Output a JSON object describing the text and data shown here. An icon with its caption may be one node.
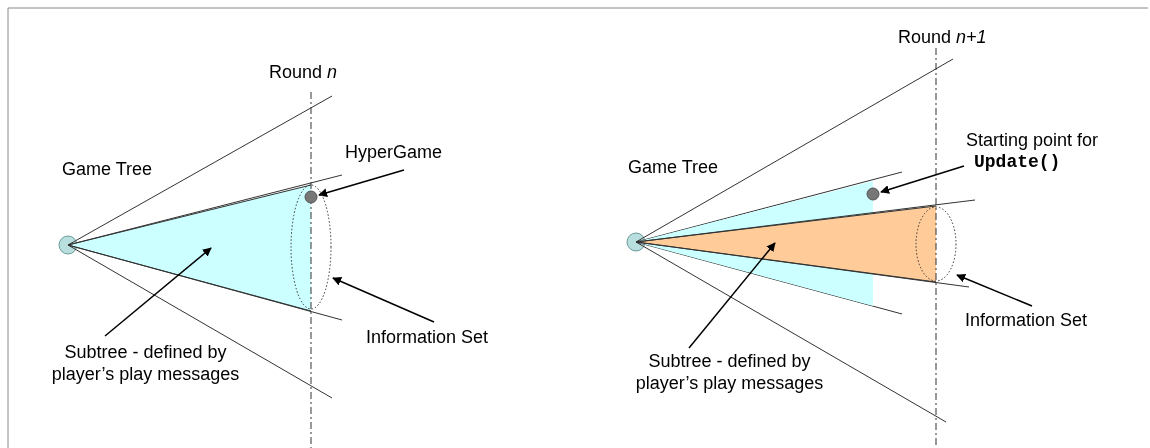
{
  "diagram": {
    "nodes": [
      {
        "text": [
          "HyperGame"
        ]
      },
      {
        "text": [],
        "shape": "circle",
        "in": 3
      },
      {
        "text": [
          "Information Set"
        ]
      },
      {
        "text": [],
        "shape": "ellipse"
      },
      {
        "text": [
          "Subtree - defined by player’s play messages"
        ]
      },
      {
        "text": [],
        "shape": "triangle"
      },
      {
        "text": [
          "Starting point for",
          "Update()"
        ]
      },
      {
        "text": [],
        "shape": "circle"
      },
      {
        "text": [
          "Information Set"
        ]
      },
      {
        "text": [],
        "shape": "ellipse"
      },
      {
        "text": [
          "Subtree - defined by player’s play messages"
        ]
      },
      {
        "text": [],
        "shape": "triangle"
      },
      {
        "text": [],
        "shape": "triangle"
      }
    ],
    "edges": [
      {
        "from": 0,
        "to": 1,
        "arrow": "to"
      },
      {
        "from": 2,
        "to": 3,
        "arrow": "to"
      },
      {
        "from": 4,
        "to": 5,
        "arrow": "to"
      },
      {
        "from": 6,
        "to": 7,
        "arrow": "to"
      },
      {
        "from": 8,
        "to": 9,
        "arrow": "to"
      },
      {
        "from": 10,
        "to": 12,
        "arrow": "to"
      }
    ],
    "labels": [
      "Round *n*",
      "Game Tree",
      "Round *n+1*",
      "Game Tree"
    ]
  }
}
